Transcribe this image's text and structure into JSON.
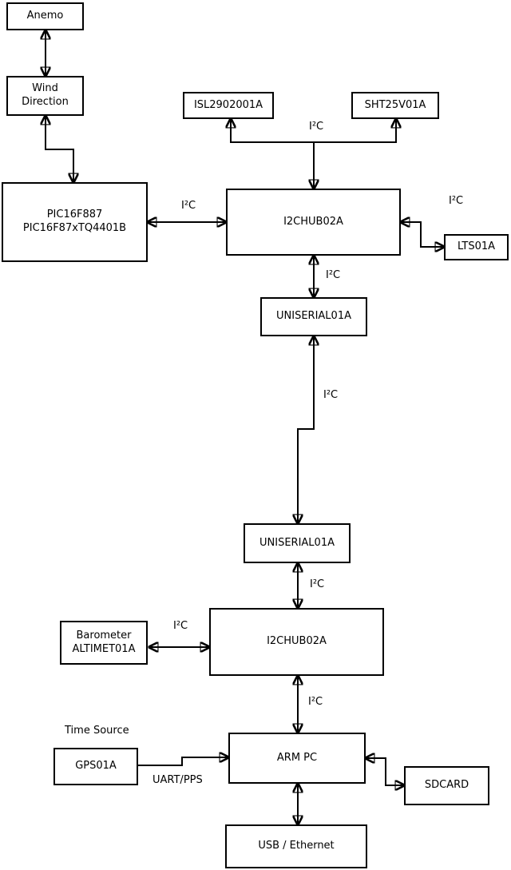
{
  "nodes": {
    "anemo": {
      "label": "Anemo"
    },
    "wind_direction": {
      "line1": "Wind",
      "line2": "Direction"
    },
    "pic": {
      "line1": "PIC16F887",
      "line2": "PIC16F87xTQ4401B"
    },
    "isl": {
      "label": "ISL2902001A"
    },
    "sht": {
      "label": "SHT25V01A"
    },
    "hub1": {
      "label": "I2CHUB02A"
    },
    "lts": {
      "label": "LTS01A"
    },
    "uniserial1": {
      "label": "UNISERIAL01A"
    },
    "uniserial2": {
      "label": "UNISERIAL01A"
    },
    "barometer": {
      "line1": "Barometer",
      "line2": "ALTIMET01A"
    },
    "hub2": {
      "label": "I2CHUB02A"
    },
    "gps": {
      "label": "GPS01A"
    },
    "arm_pc": {
      "label": "ARM PC"
    },
    "sdcard": {
      "label": "SDCARD"
    },
    "usb_ethernet": {
      "label": "USB / Ethernet"
    }
  },
  "edge_labels": {
    "i2c": "I²C",
    "uart_pps": "UART/PPS",
    "time_source": "Time Source"
  },
  "colors": {
    "stroke": "#000000",
    "background": "#ffffff"
  }
}
